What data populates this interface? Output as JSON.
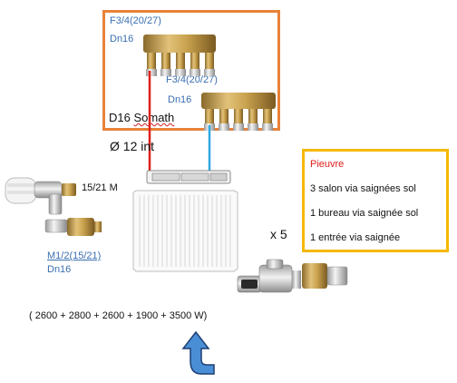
{
  "manifold_top": {
    "thread_label": "F3/4(20/27)",
    "size_label": "Dn16"
  },
  "manifold_bottom": {
    "thread_label": "F3/4(20/27)",
    "size_label": "Dn16"
  },
  "pipe_label": "D16 Somath",
  "pipe_label_underline_word": "Somath",
  "diameter_label": "Ø 12 int",
  "valve_label": "15/21 M",
  "fitting_label": {
    "thread": "M1/2(15/21)",
    "size": "Dn16"
  },
  "multiplier": "x 5",
  "pieuvre": {
    "title": "Pieuvre",
    "lines": [
      "3 salon via saignées sol",
      "1 bureau via saignée sol",
      "1 entrée via saignée"
    ]
  },
  "power_sum": "( 2600 + 2800 + 2600 + 1900 + 3500 W)",
  "colors": {
    "orange_border": "#e8823a",
    "yellow_border": "#f5b800",
    "red_pipe": "#e0201b",
    "blue_pipe": "#2ea8e0",
    "arrow": "#4a8fd6",
    "label_blue": "#3a6fb0"
  }
}
